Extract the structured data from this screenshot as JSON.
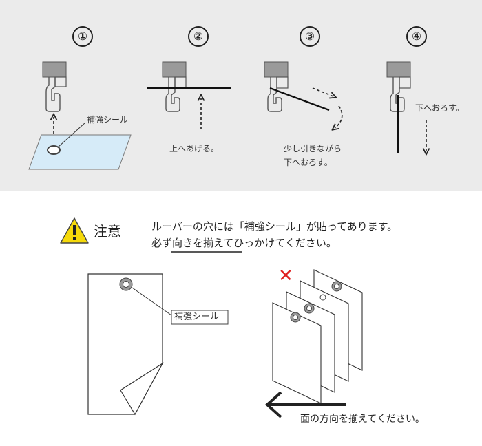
{
  "steps": [
    {
      "number": "①",
      "label": "補強シール"
    },
    {
      "number": "②",
      "label": "上へあげる。"
    },
    {
      "number": "③",
      "line1": "少し引きながら",
      "line2": "下へおろす。"
    },
    {
      "number": "④",
      "label": "下へおろす。"
    }
  ],
  "caution": {
    "title": "注意",
    "line1": "ルーバーの穴には「補強シール」が貼ってあります。",
    "line2_pre": "必ず",
    "line2_underlined": "向きを揃えて",
    "line2_post": "ひっかけてください。"
  },
  "left_diagram": {
    "label": "補強シール"
  },
  "right_diagram": {
    "wrong_mark": "✕",
    "instruction": "面の方向を揃えてください。"
  },
  "colors": {
    "background_top": "#ebebeb",
    "sheet_fill": "#d6ebf8",
    "warning_yellow": "#f5d90a",
    "wrong_red": "#e02020"
  }
}
